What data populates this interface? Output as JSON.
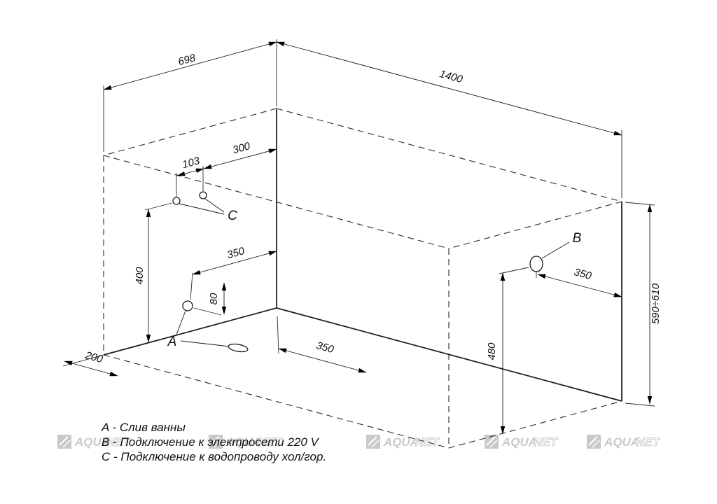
{
  "dimensions": {
    "depth": "698",
    "length": "1400",
    "c_spacing": "103",
    "c_offset": "300",
    "c_height": "400",
    "a_offset": "350",
    "a_height": "80",
    "a_floor_offset": "350",
    "floor_offset": "200",
    "b_height": "480",
    "b_offset": "350",
    "overall_height": "590÷610"
  },
  "points": {
    "a": "A",
    "b": "B",
    "c": "C"
  },
  "legend": [
    "A - Слив ванны",
    "B - Подключение к электросети 220 V",
    "C - Подключение к водопроводу хол/гор."
  ],
  "watermark": {
    "part1": "AQUA",
    "part2": "NET"
  }
}
